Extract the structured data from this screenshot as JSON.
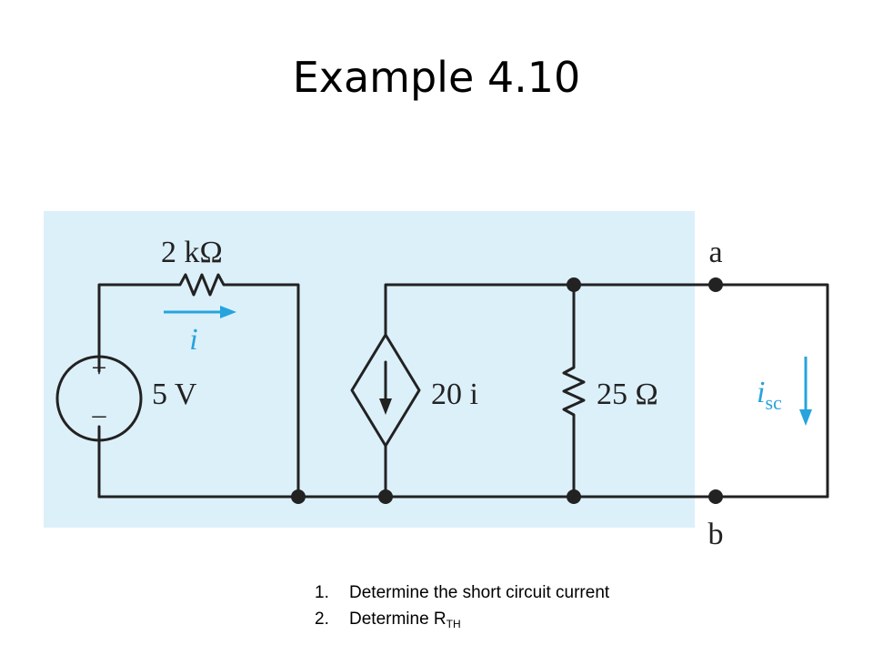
{
  "title": "Example 4.10",
  "circuit": {
    "resistor_top_label": "2 kΩ",
    "source_voltage_label": "5 V",
    "source_plus": "+",
    "source_minus": "–",
    "current_label": "i",
    "dependent_source_label": "20 i",
    "resistor_shunt_label": "25 Ω",
    "short_current_label_main": "i",
    "short_current_label_sub": "sc",
    "terminal_a": "a",
    "terminal_b": "b",
    "colors": {
      "background_panel": "#dcf0fa",
      "wire": "#222222",
      "current_arrow": "#27a3dd"
    }
  },
  "tasks": [
    {
      "number": "1.",
      "text": "Determine the short circuit current"
    },
    {
      "number": "2.",
      "text": "Determine R",
      "subscript": "TH"
    }
  ]
}
